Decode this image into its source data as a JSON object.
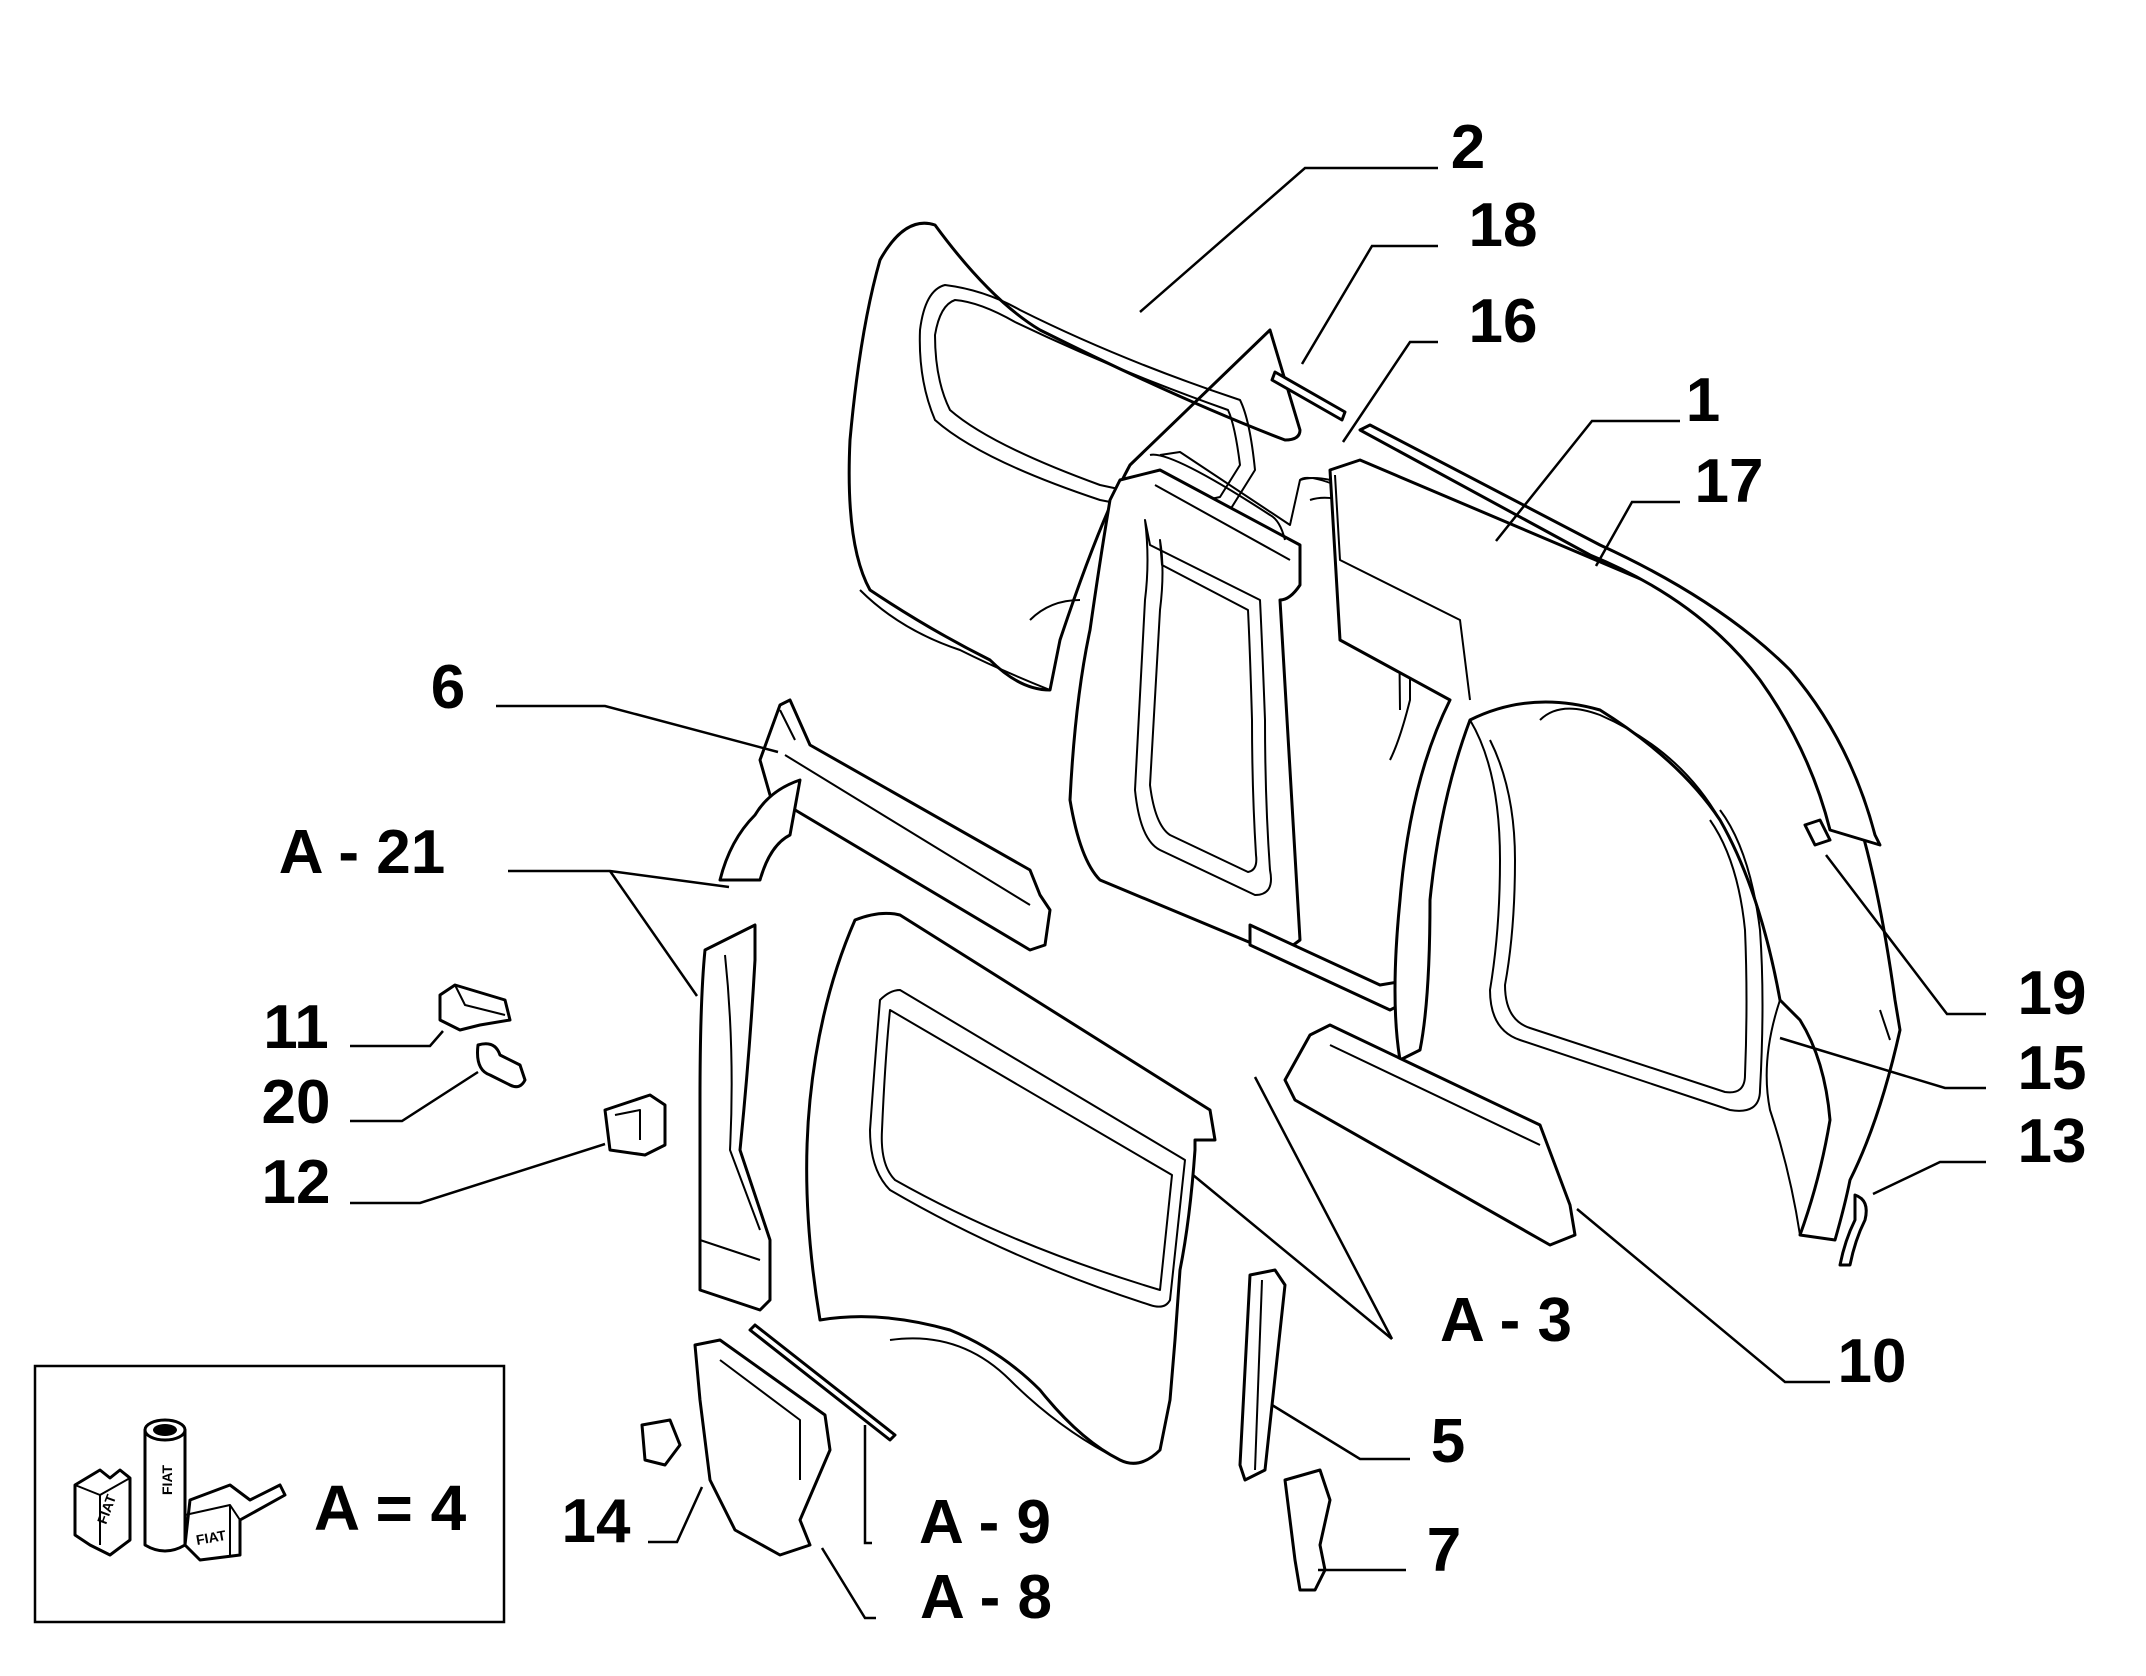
{
  "callouts": [
    {
      "id": "2",
      "label": "2"
    },
    {
      "id": "18",
      "label": "18"
    },
    {
      "id": "16",
      "label": "16"
    },
    {
      "id": "1",
      "label": "1"
    },
    {
      "id": "17",
      "label": "17"
    },
    {
      "id": "6",
      "label": "6"
    },
    {
      "id": "A-21",
      "label": "A - 21"
    },
    {
      "id": "11",
      "label": "11"
    },
    {
      "id": "20",
      "label": "20"
    },
    {
      "id": "12",
      "label": "12"
    },
    {
      "id": "19",
      "label": "19"
    },
    {
      "id": "15",
      "label": "15"
    },
    {
      "id": "13",
      "label": "13"
    },
    {
      "id": "A-3",
      "label": "A - 3"
    },
    {
      "id": "10",
      "label": "10"
    },
    {
      "id": "5",
      "label": "5"
    },
    {
      "id": "14",
      "label": "14"
    },
    {
      "id": "A-9",
      "label": "A - 9"
    },
    {
      "id": "7",
      "label": "7"
    },
    {
      "id": "A-8",
      "label": "A - 8"
    }
  ],
  "kit_legend": {
    "label": "A = 4",
    "logo_lettering": [
      "FIAT",
      "FIAT",
      "FIAT"
    ]
  }
}
